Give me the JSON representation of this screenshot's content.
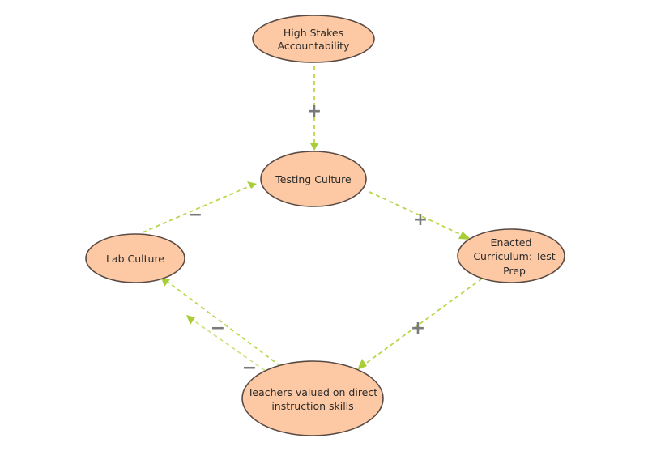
{
  "nodes": [
    {
      "id": "high-stakes-accountability",
      "lines": [
        "High Stakes",
        "Accountability"
      ]
    },
    {
      "id": "testing-culture",
      "lines": [
        "Testing Culture"
      ]
    },
    {
      "id": "lab-culture",
      "lines": [
        "Lab Culture"
      ]
    },
    {
      "id": "enacted-curriculum",
      "lines": [
        "Enacted",
        "Curriculum: Test",
        "Prep"
      ]
    },
    {
      "id": "teachers-valued",
      "lines": [
        "Teachers valued on direct",
        "instruction skills"
      ]
    }
  ],
  "edges": [
    {
      "id": "hsa-to-testing",
      "from": "high-stakes-accountability",
      "to": "testing-culture",
      "polarity": "+"
    },
    {
      "id": "testing-to-enacted",
      "from": "testing-culture",
      "to": "enacted-curriculum",
      "polarity": "+"
    },
    {
      "id": "enacted-to-teachers",
      "from": "enacted-curriculum",
      "to": "teachers-valued",
      "polarity": "+"
    },
    {
      "id": "teachers-to-lab",
      "from": "teachers-valued",
      "to": "lab-culture",
      "polarity": "−"
    },
    {
      "id": "teachers-to-lab-2",
      "from": "teachers-valued",
      "to": "lab-culture",
      "polarity": "−"
    },
    {
      "id": "lab-to-testing",
      "from": "lab-culture",
      "to": "testing-culture",
      "polarity": "−"
    }
  ],
  "colors": {
    "node_fill": "#fcc9a4",
    "node_stroke": "#5a4a44",
    "edge": "#b6d84a",
    "polarity_sign": "#7a7a7a"
  }
}
